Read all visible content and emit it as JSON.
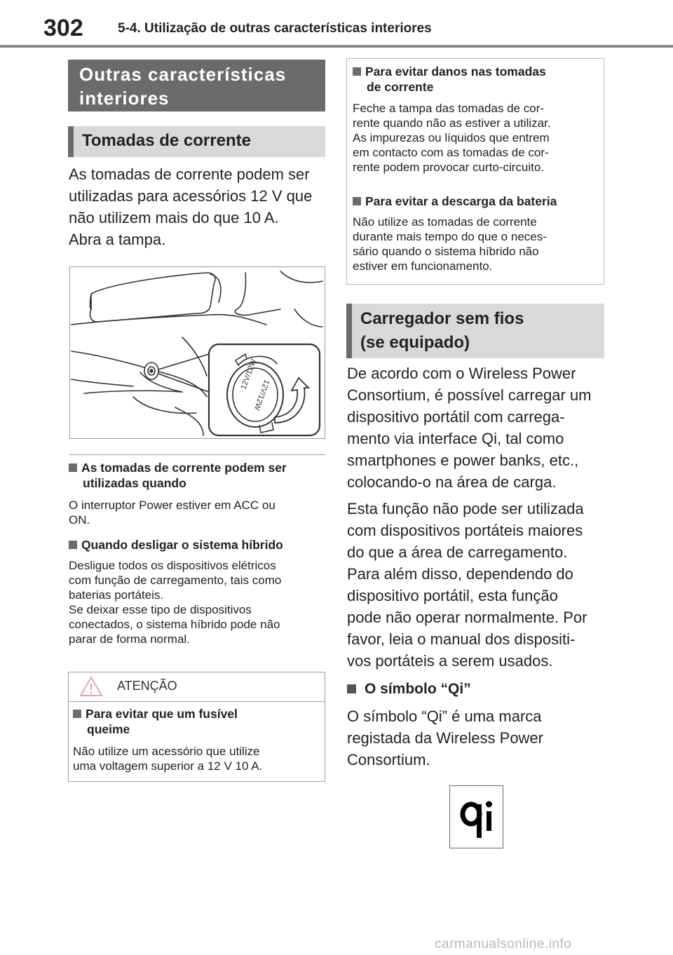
{
  "header": {
    "page_number": "302",
    "chapter": "5-4. Utilização de outras características interiores"
  },
  "left": {
    "main_heading": [
      "Outras características",
      "interiores"
    ],
    "sub_heading": "Tomadas de corrente",
    "intro_lines": [
      "As tomadas de corrente podem ser",
      "utilizadas para acessórios 12 V que",
      "não utilizem mais do que 10 A.",
      "Abra a tampa."
    ],
    "figure_text": "12V/12W",
    "notes": [
      {
        "title": [
          "As tomadas de corrente podem ser",
          "utilizadas quando"
        ],
        "body": [
          "O interruptor Power estiver em ACC ou",
          "ON."
        ]
      },
      {
        "title": [
          "Quando desligar o sistema híbrido"
        ],
        "body": [
          "Desligue todos os dispositivos elétricos",
          "com função de carregamento, tais como",
          "baterias portáteis.",
          "Se deixar esse tipo de dispositivos",
          "conectados, o sistema híbrido pode não",
          "parar de forma normal."
        ]
      }
    ],
    "warning": {
      "label": "ATENÇÃO",
      "title": [
        "Para evitar que um fusível",
        "queime"
      ],
      "body": [
        "Não utilize um acessório que utilize",
        "uma voltagem superior a 12 V 10 A."
      ]
    }
  },
  "right": {
    "caution_notes": [
      {
        "title": [
          "Para evitar danos nas tomadas",
          "de corrente"
        ],
        "body": [
          "Feche a tampa das tomadas de cor-",
          "rente quando não as estiver a utilizar.",
          "As impurezas ou líquidos que entrem",
          "em contacto com as tomadas de cor-",
          "rente podem provocar curto-circuito."
        ]
      },
      {
        "title": [
          "Para evitar a descarga da bateria"
        ],
        "body": [
          "Não utilize as tomadas de corrente",
          "durante mais tempo do que o neces-",
          "sário quando o sistema híbrido não",
          "estiver em funcionamento."
        ]
      }
    ],
    "sub_heading": [
      "Carregador sem fios",
      "(se equipado)"
    ],
    "para1": [
      "De acordo com o Wireless Power",
      "Consortium, é possível carregar um",
      "dispositivo portátil com carrega-",
      "mento via interface Qi, tal como",
      "smartphones e power banks, etc.,",
      "colocando-o na área de carga."
    ],
    "para2": [
      "Esta função não pode ser utilizada",
      "com dispositivos portáteis maiores",
      "do que a área de carregamento.",
      "Para além disso, dependendo do",
      "dispositivo portátil, esta função",
      "pode não operar normalmente. Por",
      "favor, leia o manual dos dispositi-",
      "vos portáteis a serem usados."
    ],
    "qi_heading": "O símbolo “Qi”",
    "qi_text": [
      "O símbolo “Qi” é uma marca",
      "registada da Wireless Power",
      "Consortium."
    ]
  },
  "watermark": "carmanualsonline.info",
  "colors": {
    "heading_dark": "#6b6b6b",
    "heading_light": "#d9d9d9",
    "warning_icon": "#e5a3b0",
    "watermark": "#b8b8b8"
  }
}
